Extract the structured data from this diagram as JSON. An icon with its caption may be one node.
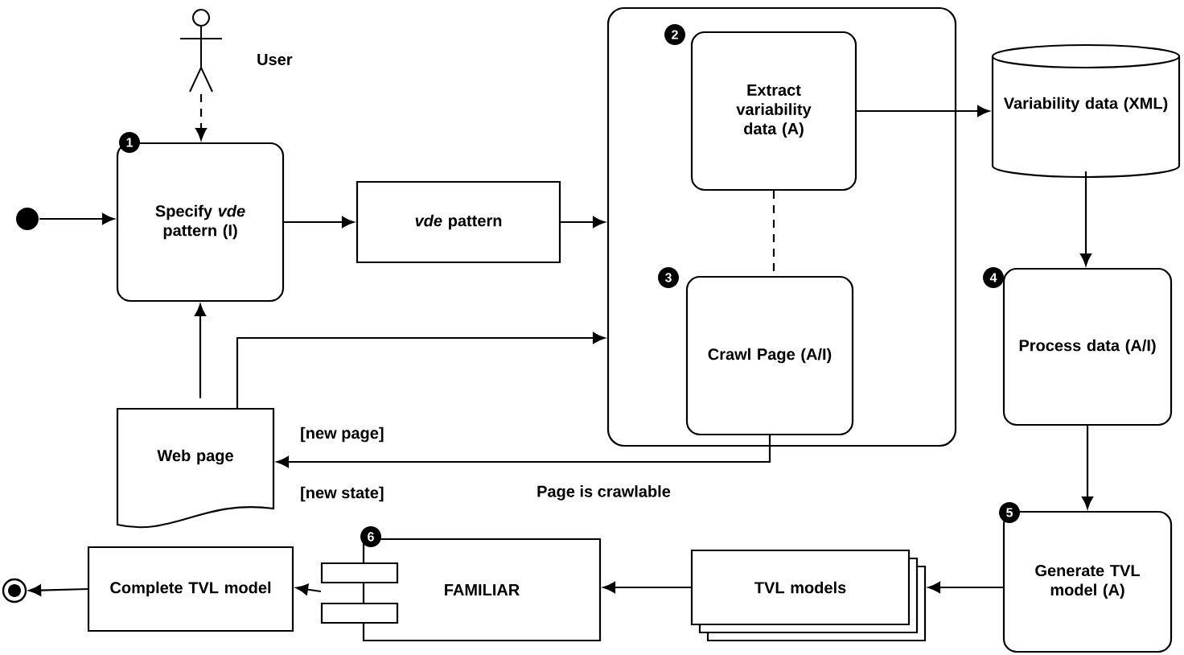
{
  "diagram": {
    "nodes": [
      {
        "text": [],
        "shape": "circle"
      },
      {
        "text": [],
        "shape": "person",
        "beside": [
          "User"
        ]
      },
      {
        "text": [
          "Specify *vde* pattern (I)"
        ]
      },
      {
        "text": [
          "*vde* pattern"
        ]
      },
      {
        "text": [],
        "shape": "box"
      },
      {
        "text": [
          "Extract variability data (A)"
        ],
        "in": 4
      },
      {
        "text": [
          "Crawl Page (A/I)"
        ],
        "in": 4
      },
      {
        "text": [
          "Variability data (XML)"
        ]
      },
      {
        "text": [
          "Process data (A/I)"
        ]
      },
      {
        "text": [
          "Web page"
        ]
      },
      {
        "text": [
          "Generate TVL model (A)"
        ]
      },
      {
        "text": [
          "TVL models"
        ]
      },
      {
        "text": [
          "FAMILIAR"
        ]
      },
      {
        "text": [
          "Complete TVL model"
        ]
      },
      {
        "text": [],
        "shape": "circle"
      },
      {
        "text": [
          "1"
        ]
      },
      {
        "text": [
          "2"
        ],
        "in": 4
      },
      {
        "text": [
          "3"
        ],
        "in": 4
      },
      {
        "text": [
          "4"
        ]
      },
      {
        "text": [
          "5"
        ]
      },
      {
        "text": [
          "6"
        ]
      }
    ],
    "edges": [
      {
        "from": 0,
        "to": 2,
        "arrow": "to"
      },
      {
        "from": 1,
        "to": 2,
        "arrow": "to",
        "style": "dashed"
      },
      {
        "from": 2,
        "to": 3,
        "arrow": "to"
      },
      {
        "from": 3,
        "to": 4,
        "arrow": "to"
      },
      {
        "from": 5,
        "to": 6,
        "arrow": "none",
        "style": "dashed"
      },
      {
        "from": 5,
        "to": 7,
        "arrow": "to"
      },
      {
        "from": 7,
        "to": 8,
        "arrow": "to"
      },
      {
        "from": 9,
        "to": 2,
        "arrow": "to"
      },
      {
        "from": 9,
        "to": 4,
        "arrow": "to"
      },
      {
        "from": 6,
        "to": 9,
        "arrow": "to",
        "label": "Page is crawlable"
      },
      {
        "from": 8,
        "to": 10,
        "arrow": "to"
      },
      {
        "from": 10,
        "to": 11,
        "arrow": "to"
      },
      {
        "from": 11,
        "to": 12,
        "arrow": "to"
      },
      {
        "from": 12,
        "to": 13,
        "arrow": "to"
      },
      {
        "from": 13,
        "to": 14,
        "arrow": "to"
      }
    ],
    "labels": [
      "[new page]",
      "[new state]"
    ]
  }
}
